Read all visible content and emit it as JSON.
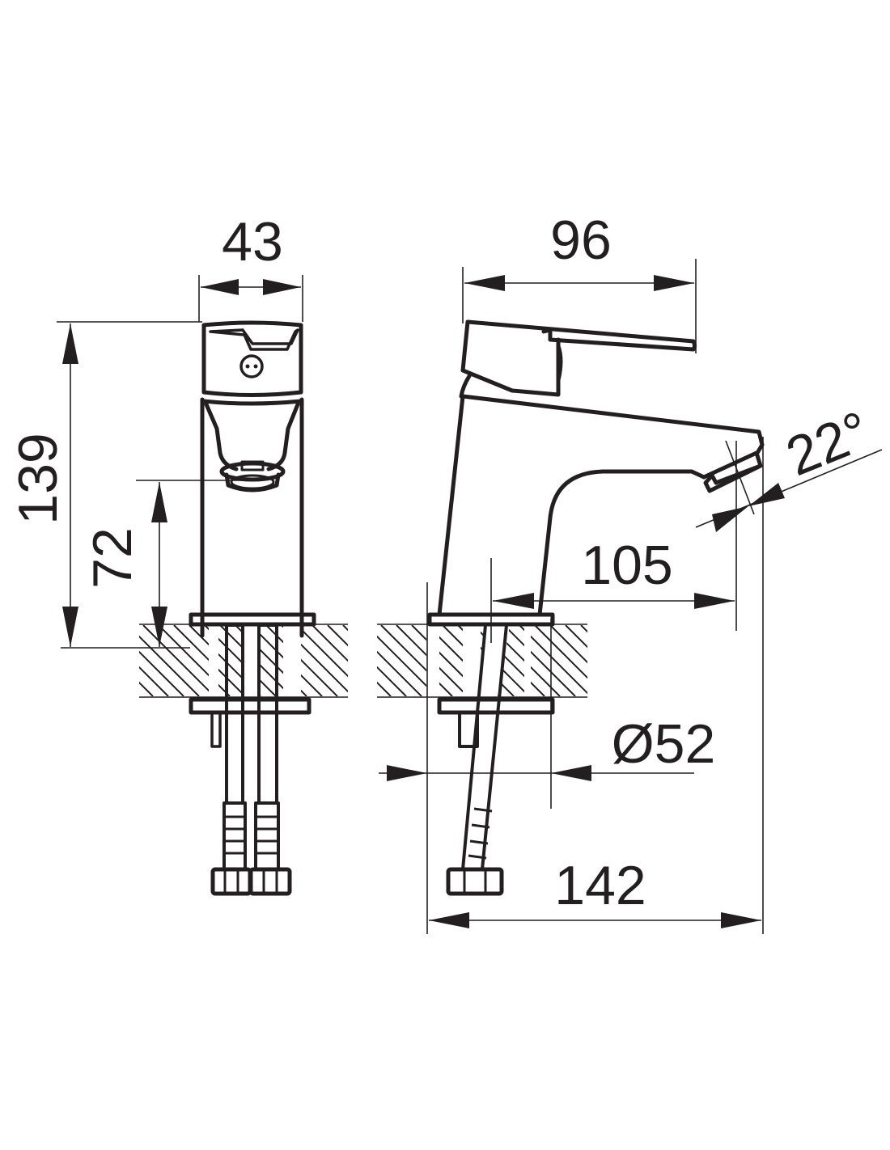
{
  "drawing": {
    "title": "Basin mixer dimensional drawing",
    "units": "mm",
    "colors": {
      "line": "#231f20",
      "background": "#ffffff"
    },
    "dimensions": {
      "width_front": "43",
      "handle_reach": "96",
      "total_height": "139",
      "spout_height": "72",
      "spout_angle": "22°",
      "spout_projection": "105",
      "base_diameter": "Ø52",
      "total_depth": "142"
    }
  }
}
